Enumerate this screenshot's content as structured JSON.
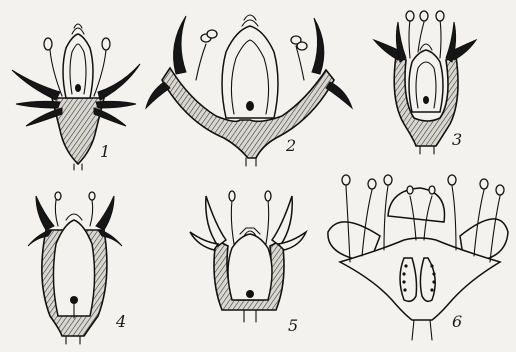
{
  "figure_labels": {
    "f1": "1",
    "f2": "2",
    "f3": "3",
    "f4": "4",
    "f5": "5",
    "f6": "6"
  }
}
